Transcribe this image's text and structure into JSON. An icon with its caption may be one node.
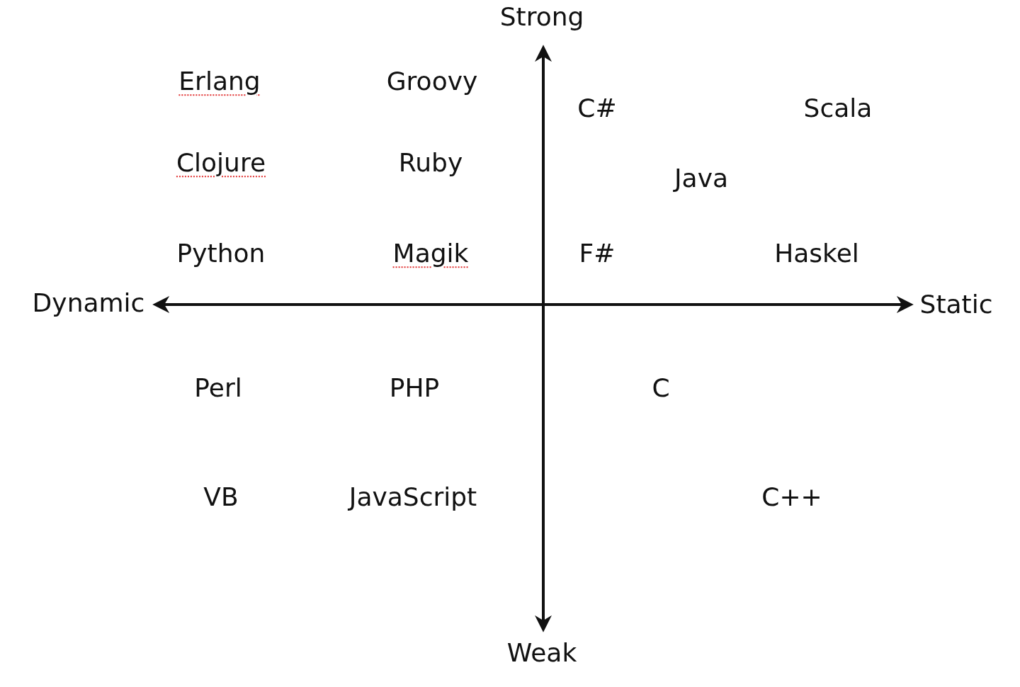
{
  "diagram": {
    "labels": [
      "Strong",
      "Erlang",
      "Groovy",
      "C#",
      "Scala",
      "Clojure",
      "Ruby",
      "Java",
      "Python",
      "Magik",
      "F#",
      "Haskel",
      "Dynamic",
      "Static",
      "Perl",
      "PHP",
      "C",
      "VB",
      "JavaScript",
      "C++",
      "Weak"
    ]
  }
}
